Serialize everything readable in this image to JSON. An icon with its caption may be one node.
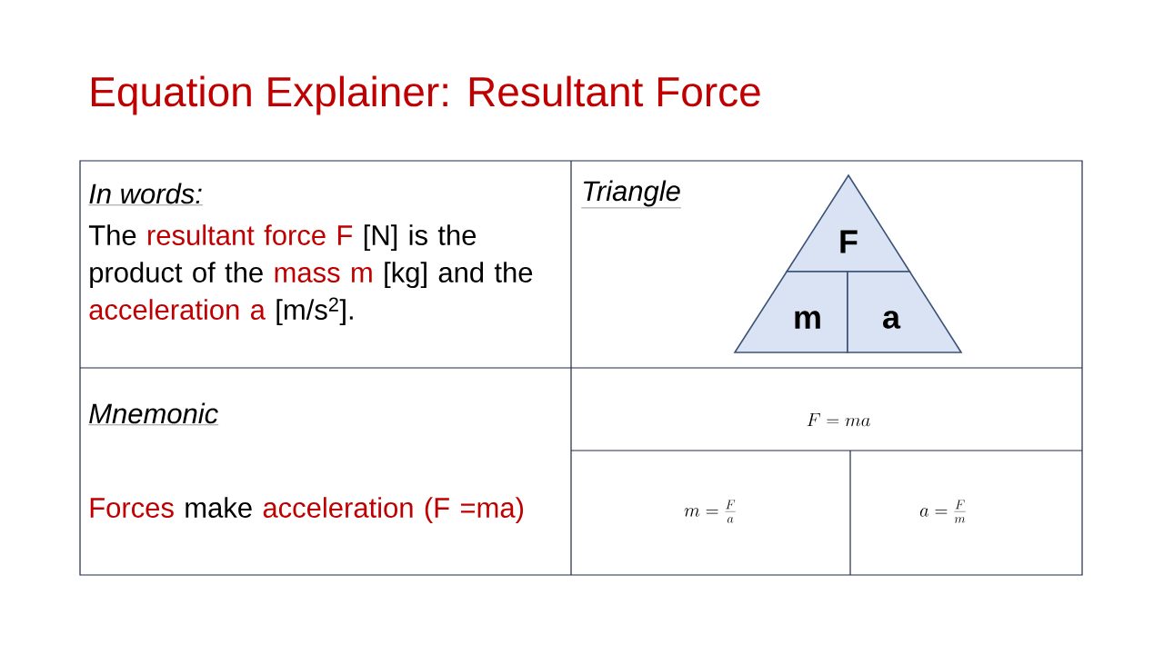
{
  "diagram": {
    "title": "Equation Explainer: Resultant Force",
    "nodes": [
      {
        "text": [
          "F"
        ]
      },
      {
        "text": [
          "m"
        ]
      },
      {
        "text": [
          "a"
        ]
      }
    ],
    "labels": [
      "In words:",
      "The",
      "resultant force F",
      "[N] is the product of the",
      "mass m",
      "[kg] and the",
      "acceleration a",
      "[m/s$^{2}$].",
      "Triangle",
      "Mnemonic",
      "Forces",
      "make",
      "acceleration (F =ma)",
      "F = ma",
      "m = \\frac{F}{a}",
      "a = \\frac{F}{m}"
    ]
  }
}
